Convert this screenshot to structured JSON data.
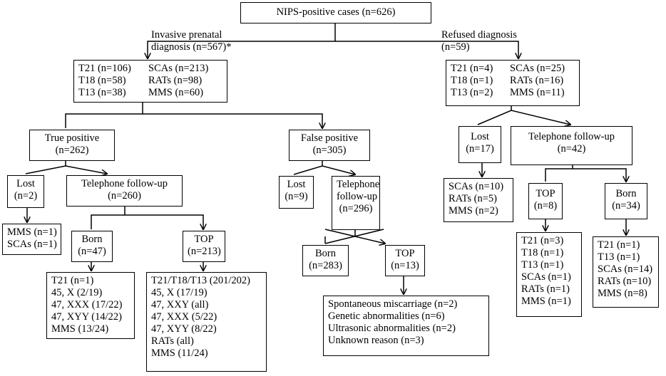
{
  "root": "NIPS-positive cases (n=626)",
  "invasive": {
    "label_1": "Invasive prenatal",
    "label_2": "diagnosis (n=567)*",
    "rows": [
      [
        "T21 (n=106)",
        "SCAs (n=213)"
      ],
      [
        "T18 (n=58)",
        "RATs (n=98)"
      ],
      [
        "T13 (n=38)",
        "MMS (n=60)"
      ]
    ]
  },
  "refused": {
    "label_1": "Refused diagnosis",
    "label_2": "(n=59)",
    "rows": [
      [
        "T21 (n=4)",
        "SCAs (n=25)"
      ],
      [
        "T18 (n=1)",
        "RATs (n=16)"
      ],
      [
        "T13 (n=2)",
        "MMS (n=11)"
      ]
    ]
  },
  "true_positive": {
    "l1": "True positive",
    "l2": "(n=262)"
  },
  "false_positive": {
    "l1": "False positive",
    "l2": "(n=305)"
  },
  "tp_lost": {
    "l1": "Lost",
    "l2": "(n=2)"
  },
  "tp_tel": {
    "l1": "Telephone follow-up",
    "l2": "(n=260)"
  },
  "tp_lost_detail": [
    "MMS (n=1)",
    "SCAs (n=1)"
  ],
  "tp_born": {
    "l1": "Born",
    "l2": "(n=47)"
  },
  "tp_top": {
    "l1": "TOP",
    "l2": "(n=213)"
  },
  "tp_born_detail": [
    "T21 (n=1)",
    "45, X (2/19)",
    "47, XXX (17/22)",
    "47, XYY (14/22)",
    "MMS (13/24)"
  ],
  "tp_top_detail": [
    "T21/T18/T13 (201/202)",
    "45, X (17/19)",
    "47, XXY (all)",
    "47, XXX (5/22)",
    "47, XYY (8/22)",
    "RATs (all)",
    "MMS (11/24)"
  ],
  "fp_lost": {
    "l1": "Lost",
    "l2": "(n=9)"
  },
  "fp_tel": {
    "l1": "Telephone",
    "l2": "follow-up",
    "l3": "(n=296)"
  },
  "fp_born": {
    "l1": "Born",
    "l2": "(n=283)"
  },
  "fp_top": {
    "l1": "TOP",
    "l2": "(n=13)"
  },
  "fp_top_detail": [
    "Spontaneous miscarriage (n=2)",
    "Genetic abnormalities (n=6)",
    "Ultrasonic abnormalities (n=2)",
    "Unknown reason (n=3)"
  ],
  "ref_lost": {
    "l1": "Lost",
    "l2": "(n=17)"
  },
  "ref_tel": {
    "l1": "Telephone follow-up",
    "l2": "(n=42)"
  },
  "ref_lost_detail": [
    "SCAs (n=10)",
    "RATs (n=5)",
    "MMS (n=2)"
  ],
  "ref_top": {
    "l1": "TOP",
    "l2": "(n=8)"
  },
  "ref_born": {
    "l1": "Born",
    "l2": "(n=34)"
  },
  "ref_top_detail": [
    "T21 (n=3)",
    "T18 (n=1)",
    "T13 (n=1)",
    "SCAs (n=1)",
    "RATs (n=1)",
    "MMS (n=1)"
  ],
  "ref_born_detail": [
    "T21 (n=1)",
    "T13 (n=1)",
    "SCAs (n=14)",
    "RATs (n=10)",
    "MMS (n=8)"
  ]
}
